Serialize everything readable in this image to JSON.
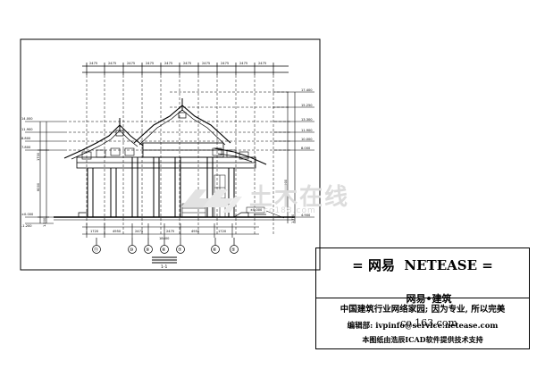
{
  "watermark": {
    "main": "土木在线",
    "sub": "co188.com"
  },
  "title_block": {
    "brand_line": "= 网易  NETEASE =",
    "brand_sub_cn": "网易•建筑",
    "brand_sub_domain": "co.163.com",
    "slogan": "中国建筑行业网络家园; 因为专业, 所以完美",
    "email": "编辑部: ivpinfo@service.netease.com",
    "credit": "本图纸由浩辰ICAD软件提供技术支持"
  },
  "drawing": {
    "top_dimensions": [
      "2475",
      "2475",
      "2475",
      "2475",
      "2475",
      "2475",
      "2475",
      "2475",
      "2475",
      "2475"
    ],
    "elevations_right": [
      "17.400",
      "15.250",
      "13.300",
      "11.900",
      "10.000",
      "8.000",
      "4.900"
    ],
    "elevations_left": [
      "14.000",
      "11.900",
      "8.800",
      "7.800",
      "±0.000",
      "-1.200"
    ],
    "vertical_dims_left": [
      "1700",
      "6000",
      "1.200"
    ],
    "vertical_dims_right": [
      "4900",
      "1.700"
    ],
    "bottom_dimensions": [
      "1720",
      "4950",
      "2475",
      "2475",
      "4950",
      "1720"
    ],
    "bottom_total": "18400",
    "ground_label": "±0.000",
    "grid_bubbles": [
      "⑪",
      "⑩",
      "⑨",
      "⑧",
      "⑦",
      "⑥",
      "⑤"
    ],
    "section_mark": "1-1"
  }
}
